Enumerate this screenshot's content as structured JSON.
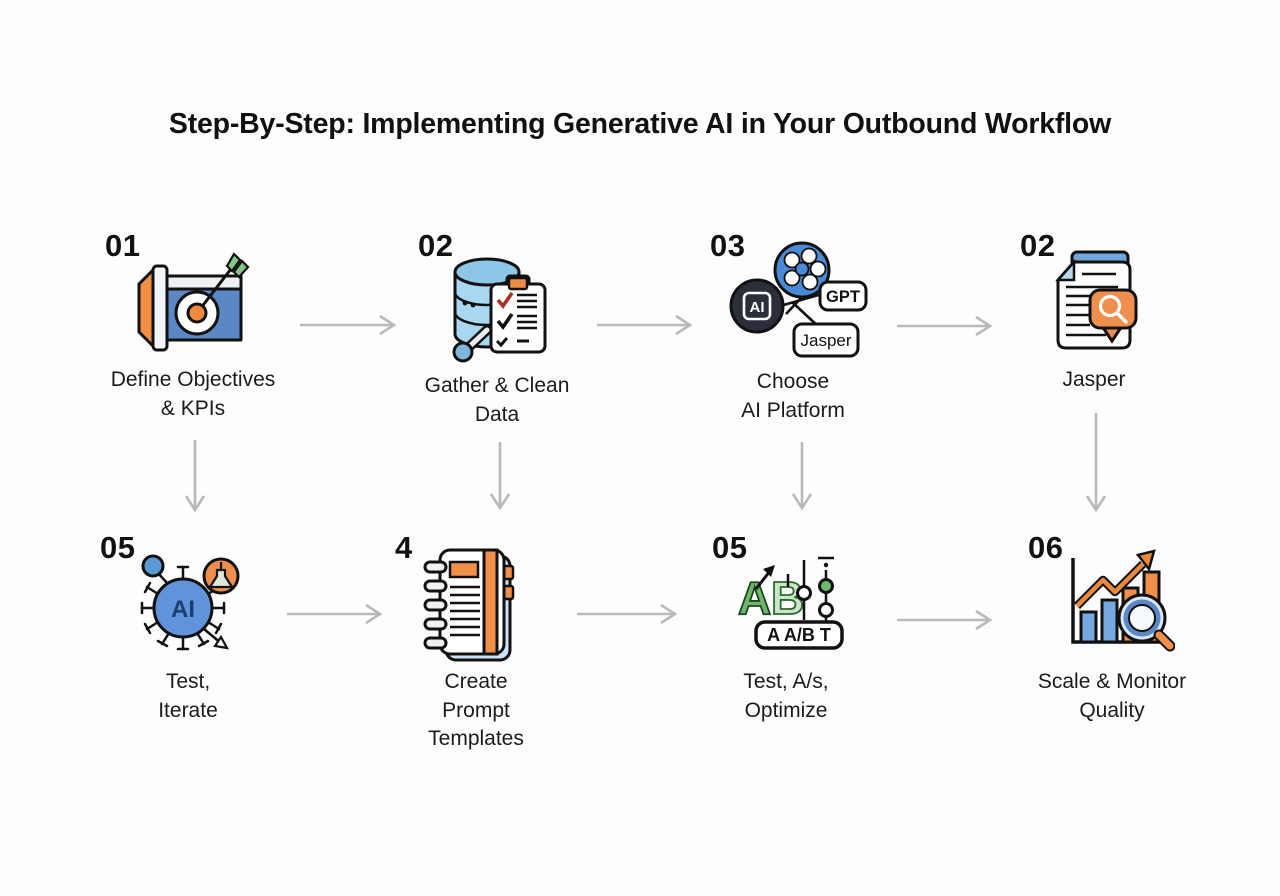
{
  "title": "Step-By-Step: Implementing Generative AI in Your Outbound Workflow",
  "palette": {
    "orange": "#ed8c43",
    "blue": "#5b87c5",
    "light_blue": "#a9d7f2",
    "green": "#7ec47e",
    "dark_navy": "#2a2f3a",
    "arrow_gray": "#b9b9b9",
    "text": "#161616"
  },
  "steps": [
    {
      "number": "01",
      "label": "Define Objectives\n& KPIs"
    },
    {
      "number": "02",
      "label": "Gather & Clean\nData"
    },
    {
      "number": "03",
      "label": "Choose\nAI Platform",
      "icon_text": {
        "ai": "AI",
        "gpt": "GPT",
        "jasper": "Jasper"
      }
    },
    {
      "number": "02",
      "label": "Jasper"
    },
    {
      "number": "05",
      "label": "Test,\nIterate",
      "icon_text": {
        "ai": "AI"
      }
    },
    {
      "number": "4",
      "label": "Create\nPrompt\nTemplates"
    },
    {
      "number": "05",
      "label": "Test, A/s,\nOptimize",
      "icon_text": {
        "a": "A",
        "b": "B",
        "variants": "A A/B T"
      }
    },
    {
      "number": "06",
      "label": "Scale & Monitor\nQuality"
    }
  ]
}
